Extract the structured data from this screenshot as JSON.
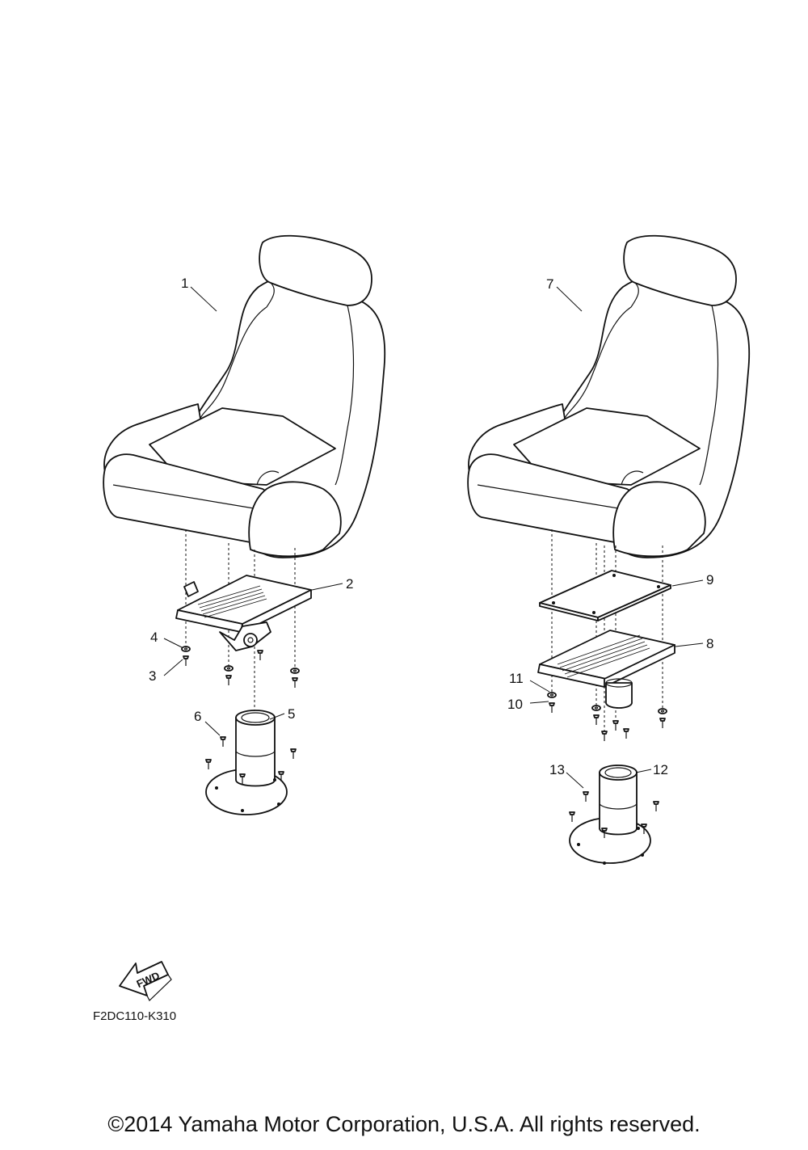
{
  "callouts": {
    "c1": "1",
    "c2": "2",
    "c3": "3",
    "c4": "4",
    "c5": "5",
    "c6": "6",
    "c7": "7",
    "c8": "8",
    "c9": "9",
    "c10": "10",
    "c11": "11",
    "c12": "12",
    "c13": "13"
  },
  "fwd_label": "FWD",
  "diagram_code": "F2DC110-K310",
  "copyright": "©2014 Yamaha Motor Corporation, U.S.A. All rights reserved."
}
